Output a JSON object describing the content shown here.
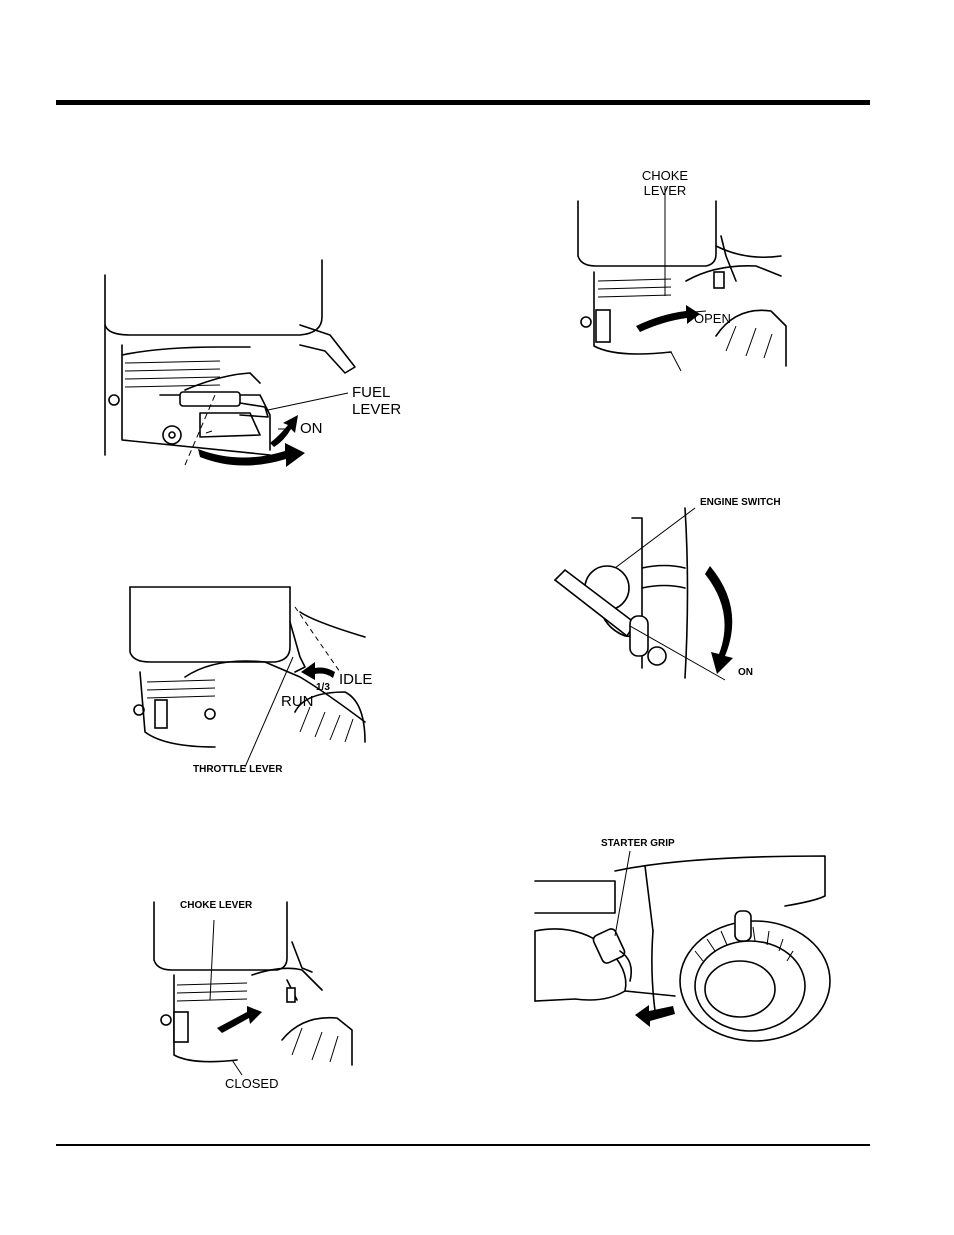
{
  "labels": {
    "fuel_lever": "FUEL\nLEVER",
    "fuel_on": "ON",
    "throttle_idle": "IDLE",
    "throttle_third": "1/3",
    "throttle_run": "RUN",
    "throttle_lever": "THROTTLE LEVER",
    "choke_lever_closed": "CHOKE LEVER",
    "choke_closed": "CLOSED",
    "choke_lever_open": "CHOKE\nLEVER",
    "choke_open": "OPEN",
    "engine_switch": "ENGINE SWITCH",
    "engine_on": "ON",
    "starter_grip": "STARTER GRIP"
  }
}
